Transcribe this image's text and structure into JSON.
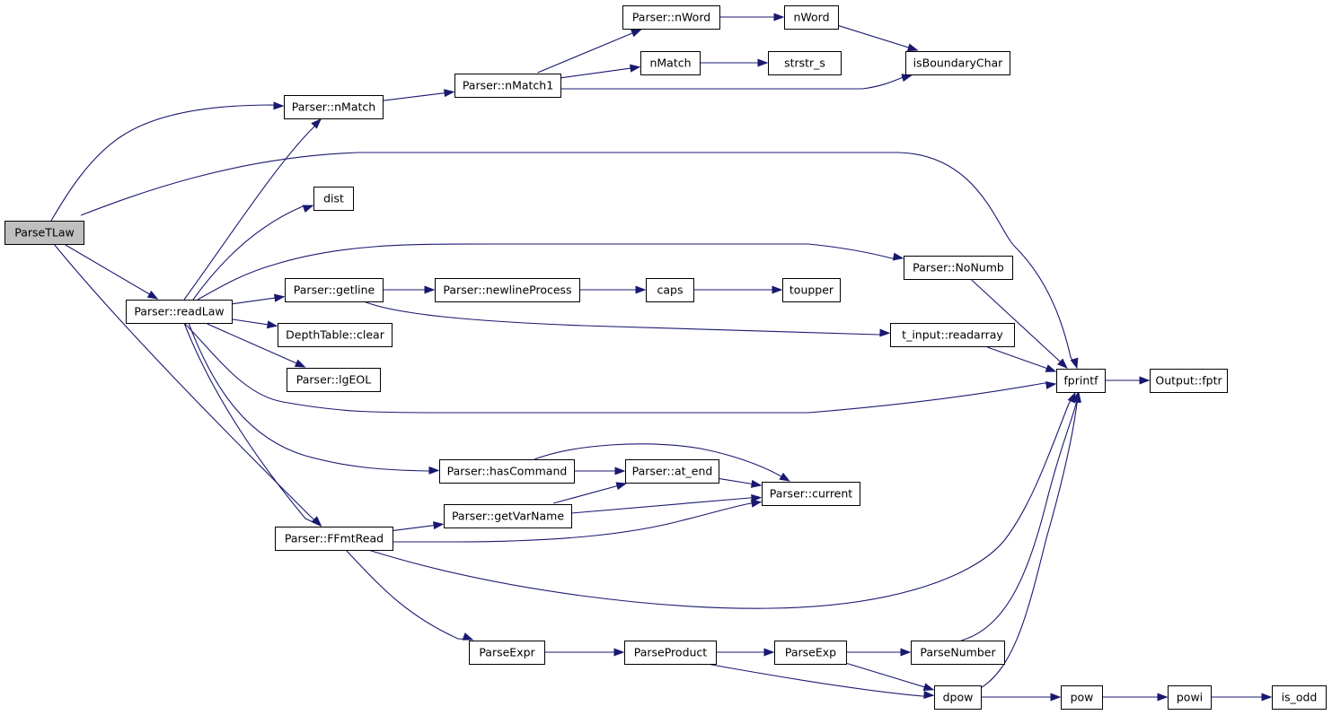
{
  "graph": {
    "nodes": [
      {
        "id": "ParseTLaw",
        "label": "ParseTLaw",
        "highlighted": true
      },
      {
        "id": "nMatch",
        "label": "Parser::nMatch"
      },
      {
        "id": "nMatch1",
        "label": "Parser::nMatch1"
      },
      {
        "id": "PnWord",
        "label": "Parser::nWord"
      },
      {
        "id": "nWordFn",
        "label": "nWord"
      },
      {
        "id": "nMatchFn",
        "label": "nMatch"
      },
      {
        "id": "strstr_s",
        "label": "strstr_s"
      },
      {
        "id": "isBoundaryChar",
        "label": "isBoundaryChar"
      },
      {
        "id": "dist",
        "label": "dist"
      },
      {
        "id": "readLaw",
        "label": "Parser::readLaw"
      },
      {
        "id": "NoNumb",
        "label": "Parser::NoNumb"
      },
      {
        "id": "getline",
        "label": "Parser::getline"
      },
      {
        "id": "newlineProcess",
        "label": "Parser::newlineProcess"
      },
      {
        "id": "caps",
        "label": "caps"
      },
      {
        "id": "toupper",
        "label": "toupper"
      },
      {
        "id": "clear",
        "label": "DepthTable::clear"
      },
      {
        "id": "readarray",
        "label": "t_input::readarray"
      },
      {
        "id": "lgEOL",
        "label": "Parser::lgEOL"
      },
      {
        "id": "fprintf",
        "label": "fprintf"
      },
      {
        "id": "fptr",
        "label": "Output::fptr"
      },
      {
        "id": "hasCommand",
        "label": "Parser::hasCommand"
      },
      {
        "id": "at_end",
        "label": "Parser::at_end"
      },
      {
        "id": "current",
        "label": "Parser::current"
      },
      {
        "id": "getVarName",
        "label": "Parser::getVarName"
      },
      {
        "id": "FFmtRead",
        "label": "Parser::FFmtRead"
      },
      {
        "id": "ParseExpr",
        "label": "ParseExpr"
      },
      {
        "id": "ParseProduct",
        "label": "ParseProduct"
      },
      {
        "id": "ParseExp",
        "label": "ParseExp"
      },
      {
        "id": "ParseNumber",
        "label": "ParseNumber"
      },
      {
        "id": "dpow",
        "label": "dpow"
      },
      {
        "id": "pow",
        "label": "pow"
      },
      {
        "id": "powi",
        "label": "powi"
      },
      {
        "id": "is_odd",
        "label": "is_odd"
      }
    ],
    "edges": [
      [
        "ParseTLaw",
        "nMatch"
      ],
      [
        "ParseTLaw",
        "fprintf"
      ],
      [
        "ParseTLaw",
        "readLaw"
      ],
      [
        "ParseTLaw",
        "FFmtRead"
      ],
      [
        "nMatch",
        "nMatch1"
      ],
      [
        "nMatch1",
        "PnWord"
      ],
      [
        "nMatch1",
        "nMatchFn"
      ],
      [
        "nMatch1",
        "isBoundaryChar"
      ],
      [
        "PnWord",
        "nWordFn"
      ],
      [
        "nWordFn",
        "isBoundaryChar"
      ],
      [
        "nMatchFn",
        "strstr_s"
      ],
      [
        "readLaw",
        "nMatch"
      ],
      [
        "readLaw",
        "dist"
      ],
      [
        "readLaw",
        "NoNumb"
      ],
      [
        "readLaw",
        "getline"
      ],
      [
        "readLaw",
        "clear"
      ],
      [
        "readLaw",
        "lgEOL"
      ],
      [
        "readLaw",
        "fprintf"
      ],
      [
        "readLaw",
        "hasCommand"
      ],
      [
        "readLaw",
        "FFmtRead"
      ],
      [
        "getline",
        "newlineProcess"
      ],
      [
        "getline",
        "readarray"
      ],
      [
        "newlineProcess",
        "caps"
      ],
      [
        "caps",
        "toupper"
      ],
      [
        "NoNumb",
        "fprintf"
      ],
      [
        "readarray",
        "fprintf"
      ],
      [
        "fprintf",
        "fptr"
      ],
      [
        "hasCommand",
        "at_end"
      ],
      [
        "hasCommand",
        "current"
      ],
      [
        "at_end",
        "current"
      ],
      [
        "getVarName",
        "at_end"
      ],
      [
        "getVarName",
        "current"
      ],
      [
        "FFmtRead",
        "getVarName"
      ],
      [
        "FFmtRead",
        "current"
      ],
      [
        "FFmtRead",
        "fprintf"
      ],
      [
        "FFmtRead",
        "ParseExpr"
      ],
      [
        "ParseExpr",
        "ParseProduct"
      ],
      [
        "ParseProduct",
        "ParseExp"
      ],
      [
        "ParseProduct",
        "dpow"
      ],
      [
        "ParseExp",
        "ParseNumber"
      ],
      [
        "ParseExp",
        "dpow"
      ],
      [
        "ParseNumber",
        "fprintf"
      ],
      [
        "dpow",
        "fprintf"
      ],
      [
        "dpow",
        "pow"
      ],
      [
        "pow",
        "powi"
      ],
      [
        "powi",
        "is_odd"
      ]
    ]
  }
}
